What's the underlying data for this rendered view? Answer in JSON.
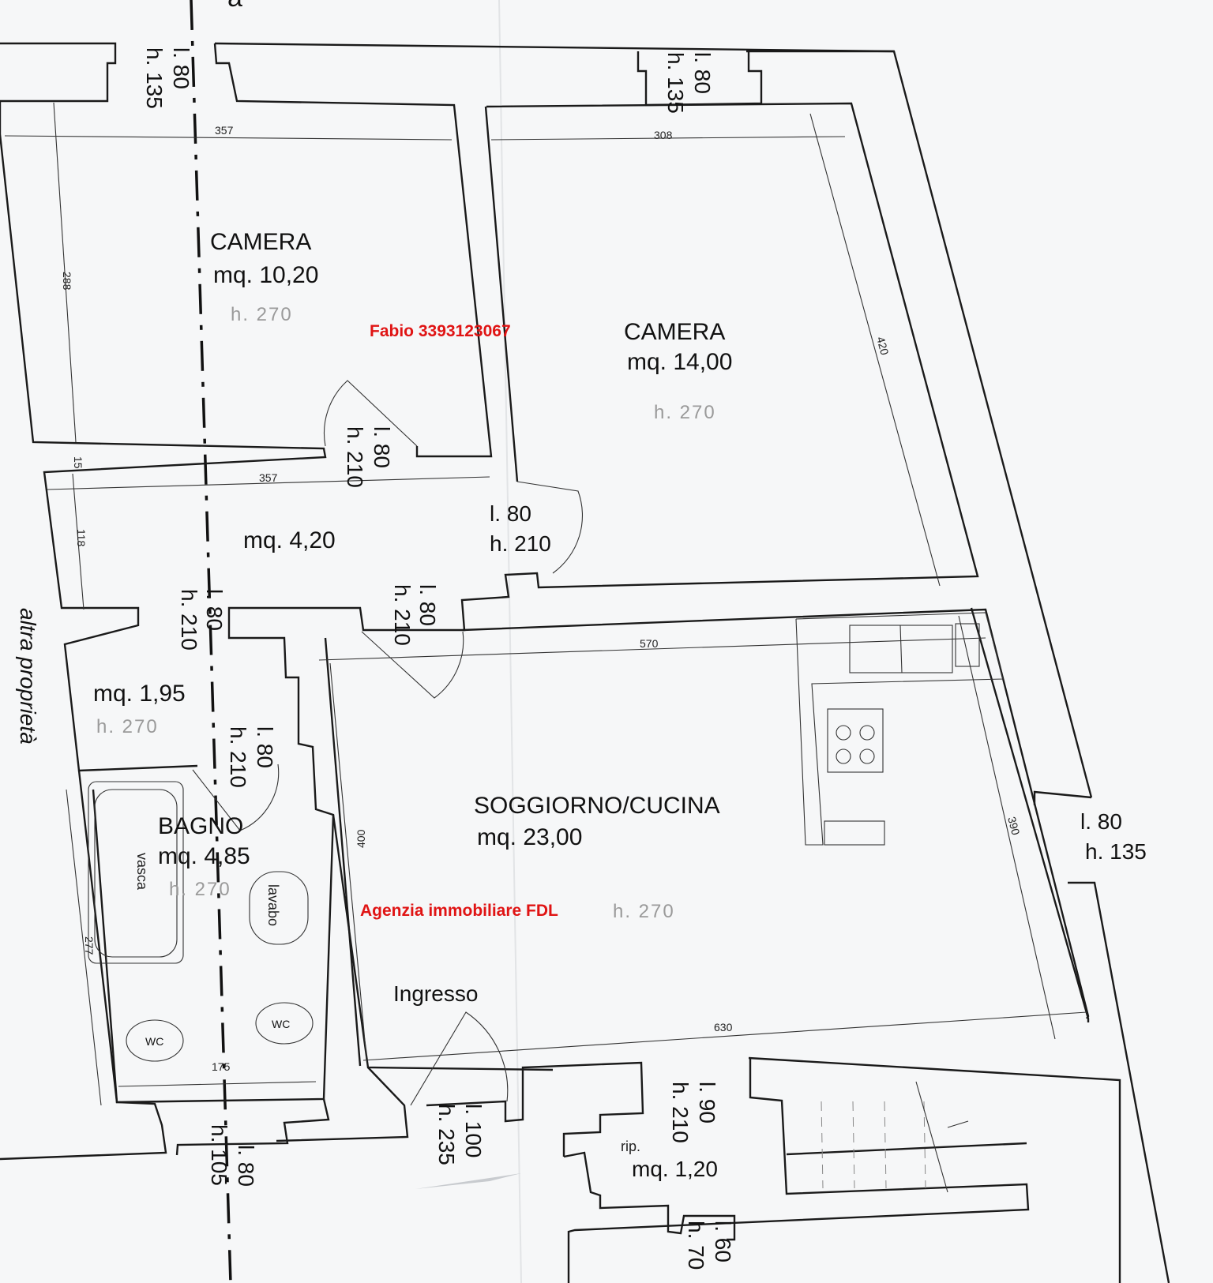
{
  "rooms": {
    "camera_left": {
      "name": "CAMERA",
      "area": "mq. 10,20",
      "height": "h. 270"
    },
    "camera_right": {
      "name": "CAMERA",
      "area": "mq. 14,00",
      "height": "h. 270"
    },
    "disimpegno": {
      "area": "mq. 4,20"
    },
    "antibagno": {
      "area": "mq. 1,95",
      "height": "h. 270"
    },
    "bagno": {
      "name": "BAGNO",
      "area": "mq. 4,85",
      "height": "h. 270"
    },
    "soggiorno": {
      "name": "SOGGIORNO/CUCINA",
      "area": "mq. 23,00",
      "height": "h. 270"
    },
    "ingresso": {
      "name": "Ingresso"
    },
    "ripostiglio": {
      "name": "rip.",
      "area": "mq. 1,20"
    }
  },
  "fixtures": {
    "vasca": "vasca",
    "lavabo": "lavabo",
    "wc": "WC"
  },
  "openings": {
    "win_top_left": {
      "l": "l. 80",
      "h": "h. 135"
    },
    "win_top_right": {
      "l": "l. 80",
      "h": "h. 135"
    },
    "door_camera_left": {
      "l": "l. 80",
      "h": "h. 210"
    },
    "door_camera_right": {
      "l": "l. 80",
      "h": "h. 210"
    },
    "door_antibagno": {
      "l": "l. 80",
      "h": "h. 210"
    },
    "door_soggiorno": {
      "l": "l. 80",
      "h": "h. 210"
    },
    "door_bagno": {
      "l": "l. 80",
      "h": "h. 210"
    },
    "win_right": {
      "l": "l. 80",
      "h": "h. 135"
    },
    "win_bottom_bagno": {
      "l": "l. 80",
      "h": "h. 105"
    },
    "door_ingresso": {
      "l": "l. 100",
      "h": "h. 235"
    },
    "door_rip": {
      "l": "l. 90",
      "h": "h. 210"
    },
    "win_rip": {
      "l": "l. 60",
      "h": "h. 70"
    }
  },
  "dimensions": {
    "d357_top": "357",
    "d308": "308",
    "d288": "288",
    "d420": "420",
    "d15": "15",
    "d357_mid": "357",
    "d118": "118",
    "d570": "570",
    "d400": "400",
    "d390": "390",
    "d277": "277",
    "d630": "630",
    "d175": "175"
  },
  "annotations": {
    "contact": "Fabio  3393123067",
    "agency": "Agenzia immobiliare FDL",
    "side_note": "altra proprietà",
    "top_letter": "a"
  }
}
